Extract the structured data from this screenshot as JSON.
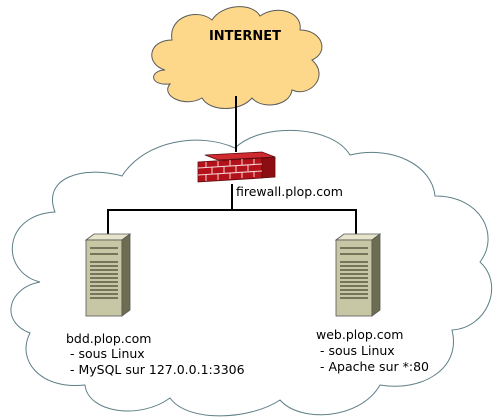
{
  "internet": {
    "label": "INTERNET"
  },
  "firewall": {
    "label": "firewall.plop.com"
  },
  "servers": [
    {
      "hostname": "bdd.plop.com",
      "details": [
        " - sous Linux",
        " - MySQL sur 127.0.0.1:3306"
      ]
    },
    {
      "hostname": "web.plop.com",
      "details": [
        " - sous Linux",
        " - Apache sur *:80"
      ]
    }
  ],
  "colors": {
    "internet_cloud_fill": "#fdd88a",
    "internet_cloud_stroke": "#5a5a5a",
    "lan_cloud_fill": "#ffffff",
    "lan_cloud_stroke": "#5e7f86",
    "firewall_brick": "#b3121a",
    "server_body": "#c8c7a5",
    "server_dark": "#6e6d52"
  },
  "icons": [
    "cloud-icon",
    "firewall-icon",
    "server-icon"
  ]
}
